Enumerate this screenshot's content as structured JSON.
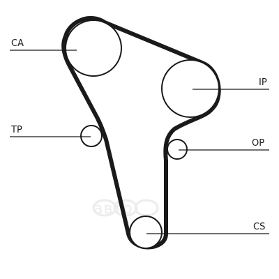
{
  "diagram": {
    "labels": {
      "ca": "CA",
      "ip": "IP",
      "tp": "TP",
      "op": "OP",
      "cs": "CS"
    },
    "watermark": "авто",
    "colors": {
      "belt": "#1a1a1a",
      "line": "#1a1a1a",
      "watermark": "#ececec"
    }
  }
}
